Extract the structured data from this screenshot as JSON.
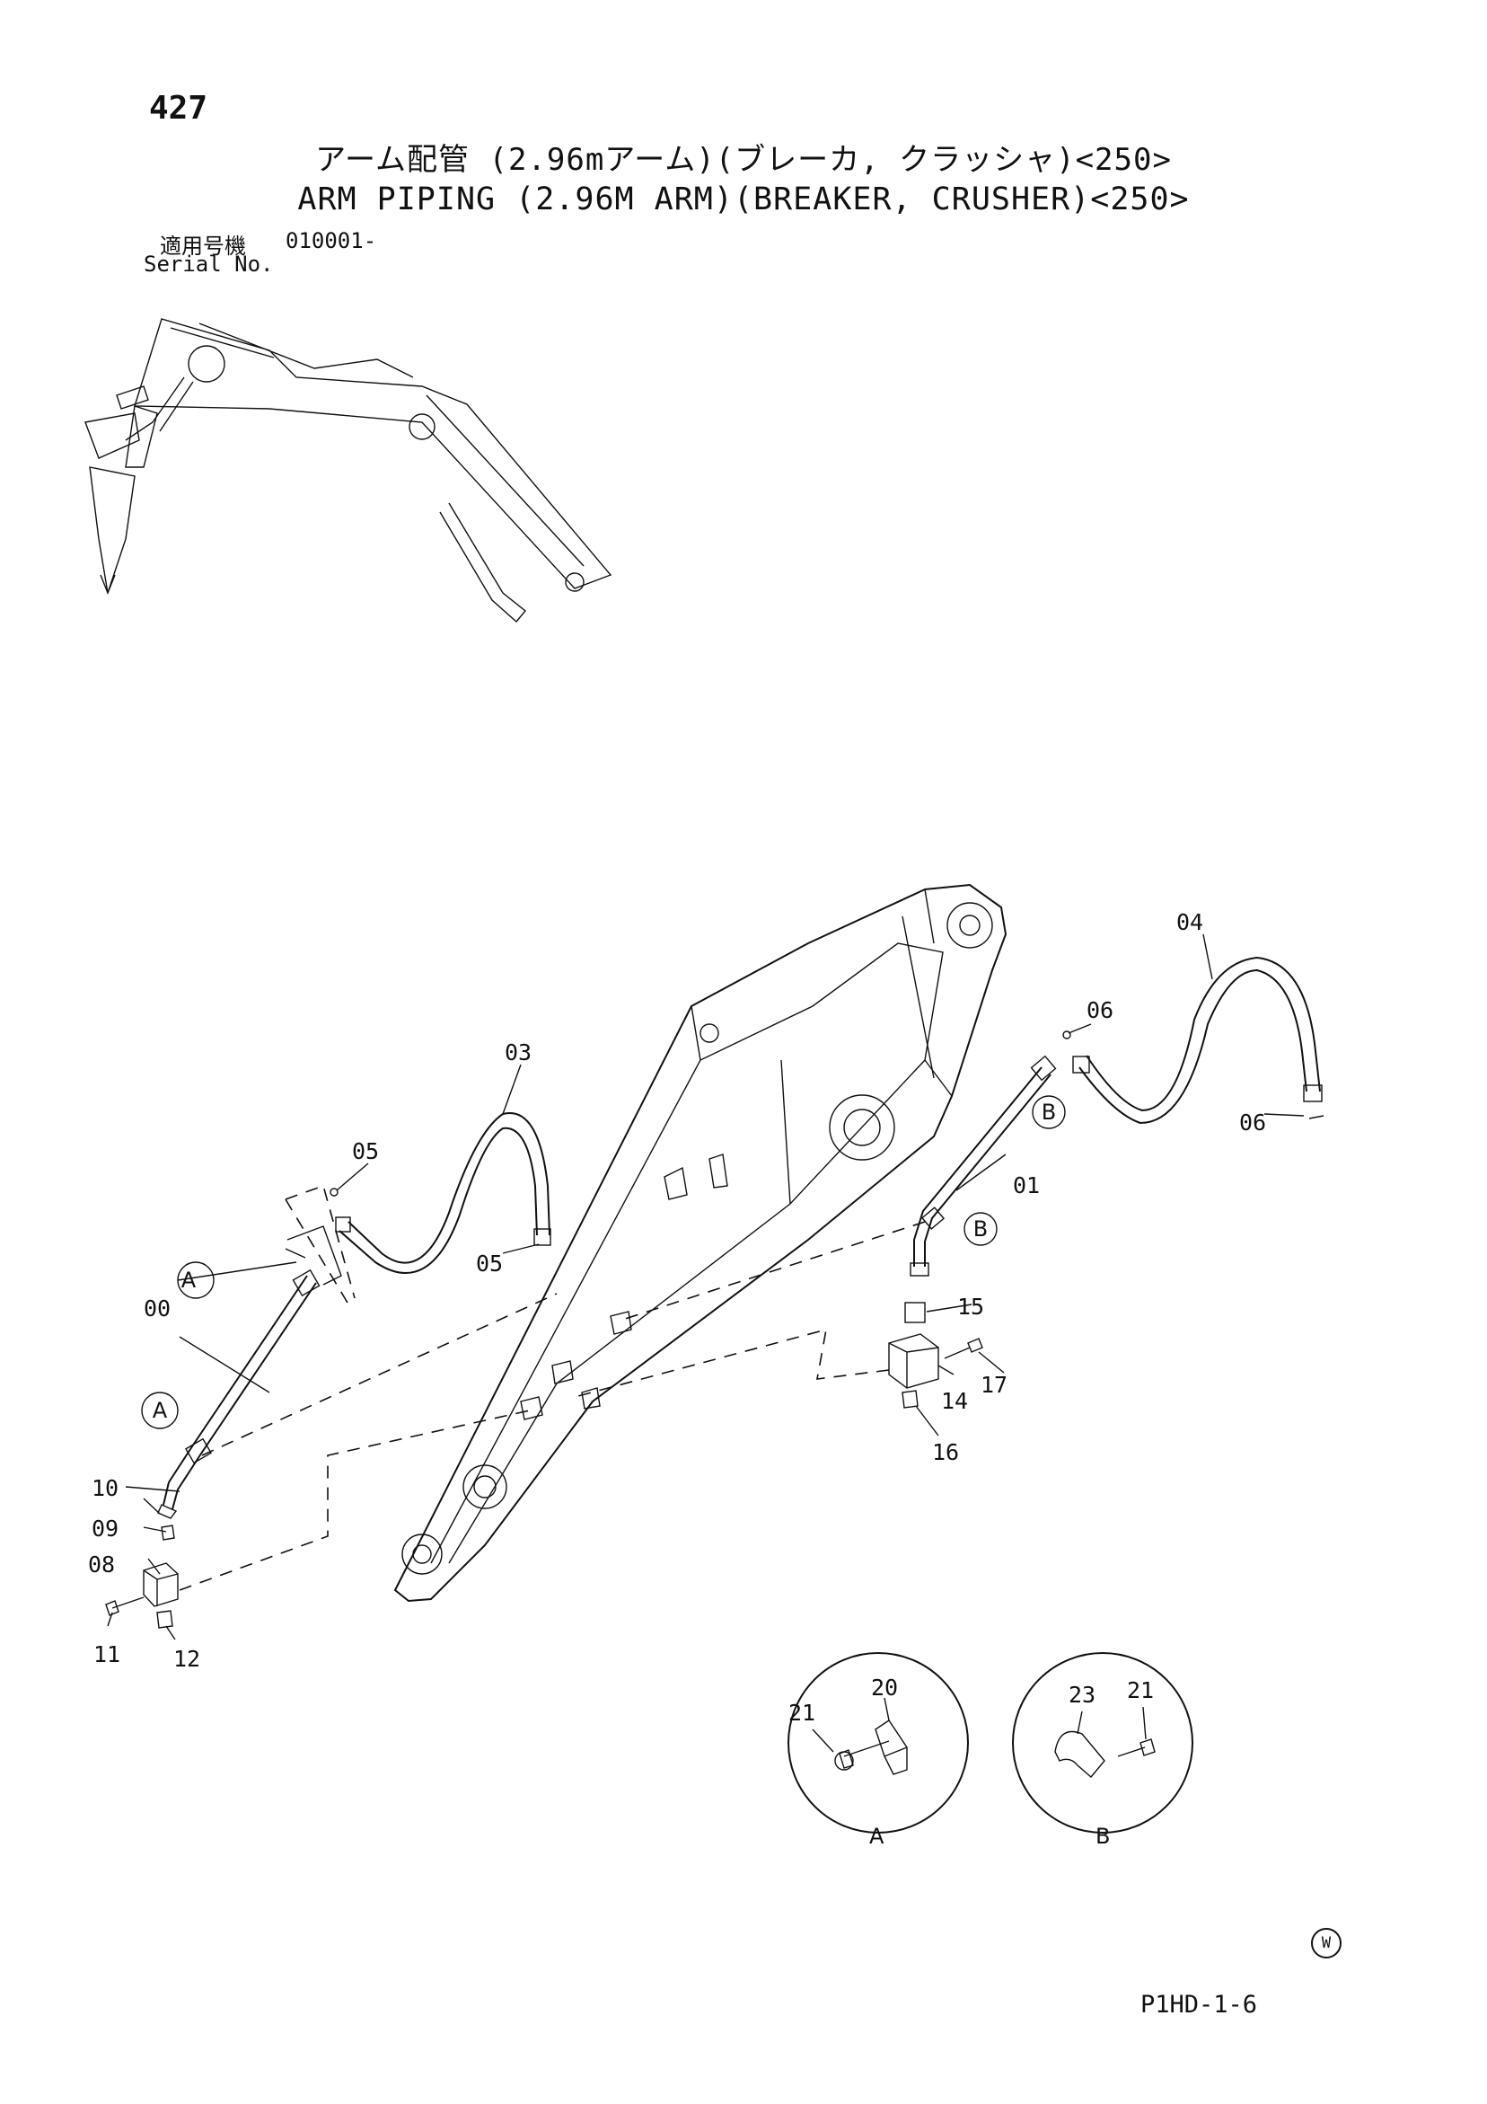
{
  "header": {
    "page_number": "427",
    "title_jp": "アーム配管 (2.96mアーム)(ブレーカ, クラッシャ)<250>",
    "title_en": "ARM PIPING (2.96M ARM)(BREAKER, CRUSHER)<250>"
  },
  "serial": {
    "label_jp": "適用号機",
    "value": "010001-",
    "label_en": "Serial No."
  },
  "callouts": {
    "p00": "00",
    "p01": "01",
    "p03": "03",
    "p04": "04",
    "p05a": "05",
    "p05b": "05",
    "p06a": "06",
    "p06b": "06",
    "p08": "08",
    "p09": "09",
    "p10": "10",
    "p11": "11",
    "p12": "12",
    "p14": "14",
    "p15": "15",
    "p16": "16",
    "p17": "17",
    "p20": "20",
    "p21a": "21",
    "p21b": "21",
    "p23": "23"
  },
  "view_markers": {
    "a1": "A",
    "a2": "A",
    "b1": "B",
    "b2": "B"
  },
  "detail_views": {
    "a_caption": "A",
    "b_caption": "B"
  },
  "footer": {
    "doc_code": "P1HD-1-6",
    "copyright_symbol": "W"
  }
}
